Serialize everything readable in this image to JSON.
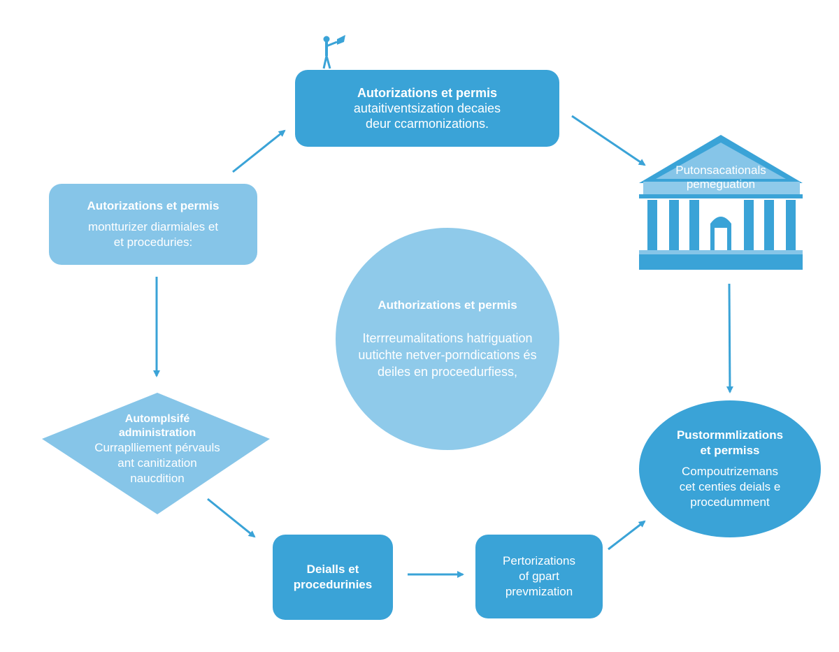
{
  "colors": {
    "dark": "#3aa3d7",
    "light": "#86c5e8",
    "arrow": "#3aa3d7"
  },
  "nodes": {
    "top": {
      "title": "Autorizations et permis",
      "lines": [
        "autaitiventsization decaies",
        "deur ccarmonizations."
      ]
    },
    "left": {
      "title": "Autorizations et permis",
      "lines": [
        "montturizer diarmiales et",
        "et proceduries:"
      ]
    },
    "center": {
      "title": "Authorizations et permis",
      "lines": [
        "Iterrreumalitations hatriguation",
        "uutichte netver-porndications és",
        "deiles en proceedurfiess,"
      ]
    },
    "diamond": {
      "title_lines": [
        "Automplsifé",
        "administration"
      ],
      "lines": [
        "Curraplliement pérvauls",
        "ant canitization",
        "naucdition"
      ]
    },
    "bottom1": {
      "lines": [
        "Deialls et",
        "procedurinies"
      ]
    },
    "bottom2": {
      "lines": [
        "Pertorizations",
        "of gpart",
        "prevmization"
      ]
    },
    "right": {
      "title_lines": [
        "Pustormmlizations",
        "et permiss"
      ],
      "lines": [
        "Compoutrizemans",
        "cet centies deials e",
        "procedumment"
      ]
    },
    "building": {
      "lines": [
        "Putonsacationals",
        "pemeguation"
      ],
      "icon": "government-building-icon"
    }
  },
  "decor": {
    "figure_icon": "person-with-flag-icon"
  }
}
